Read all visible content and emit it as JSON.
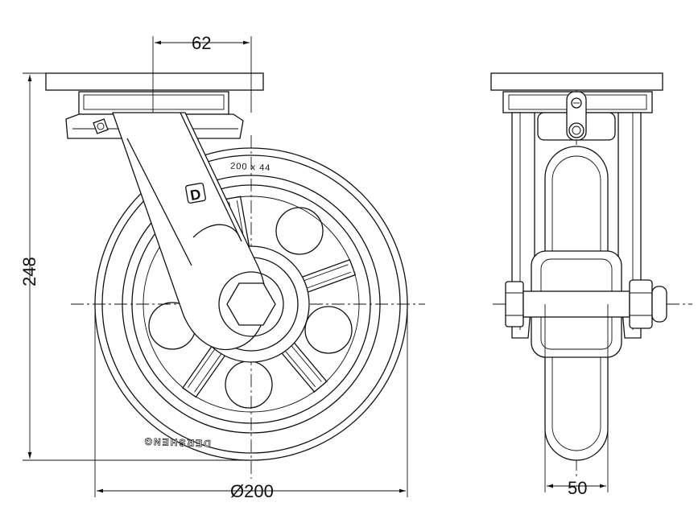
{
  "dimensions": {
    "plate_offset": "62",
    "overall_height": "248",
    "wheel_diameter": "Ø200",
    "wheel_width": "50"
  },
  "embossing": {
    "tire_size": "200 x 44",
    "brand": "DERSHENG",
    "logo_letter": "D"
  }
}
